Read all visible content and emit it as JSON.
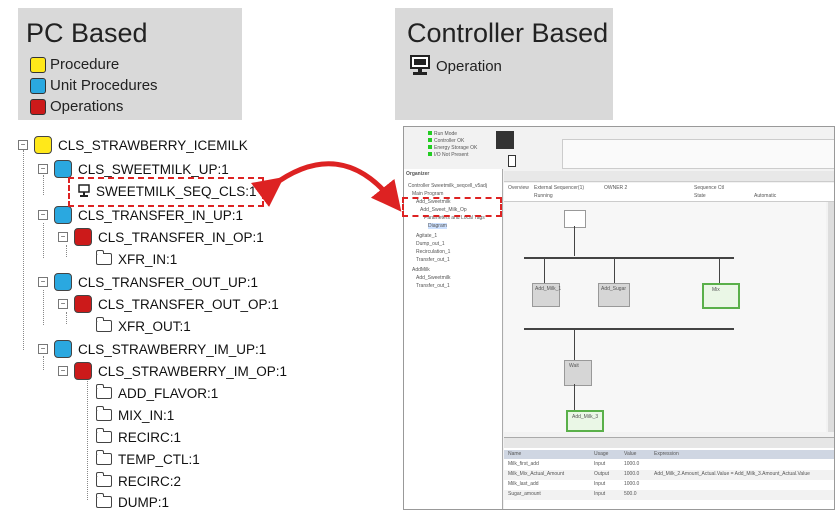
{
  "legend": {
    "title": "PC Based",
    "items": [
      {
        "label": "Procedure",
        "color": "#ffe81a"
      },
      {
        "label": "Unit Procedures",
        "color": "#2aa8e0"
      },
      {
        "label": "Operations",
        "color": "#cc1a1a"
      }
    ]
  },
  "controller": {
    "title": "Controller Based",
    "item_label": "Operation"
  },
  "tree": {
    "root": "CLS_STRAWBERRY_ICEMILK",
    "up1": "CLS_SWEETMILK_UP:1",
    "seq": "SWEETMILK_SEQ_CLS:1",
    "up2": "CLS_TRANSFER_IN_UP:1",
    "op2": "CLS_TRANSFER_IN_OP:1",
    "ph2": "XFR_IN:1",
    "up3": "CLS_TRANSFER_OUT_UP:1",
    "op3": "CLS_TRANSFER_OUT_OP:1",
    "ph3": "XFR_OUT:1",
    "up4": "CLS_STRAWBERRY_IM_UP:1",
    "op4": "CLS_STRAWBERRY_IM_OP:1",
    "phases": [
      "ADD_FLAVOR:1",
      "MIX_IN:1",
      "RECIRC:1",
      "TEMP_CTL:1",
      "RECIRC:2",
      "DUMP:1"
    ]
  },
  "screenshot": {
    "status": [
      "Run Mode",
      "Controller OK",
      "Energy Storage OK",
      "I/O Not Present"
    ],
    "header": [
      "Overview",
      "External Sequencer(1)",
      "OWNER 2",
      "Sequence Ctl",
      "State",
      "Running",
      "Automatic"
    ],
    "tree_items": [
      "Controller Sweetmilk_seqcell_v5adj",
      "Main Program",
      "Add_Sweetmilk",
      "Add_Sweet_Milk_Op",
      "Parameters and Local Tags",
      "Diagram",
      "Agitate_1",
      "Dump_out_1",
      "Recirculation_1",
      "Transfer_out_1",
      "AddMilk",
      "Add_Sweetmilk",
      "Transfer_out_1"
    ],
    "steps": [
      "Add_Milk_1",
      "Add_Sugar",
      "Mix",
      "Wait",
      "Add_Milk_3"
    ],
    "bottom_headers": [
      "Name",
      "Usage",
      "Value",
      "Expression"
    ],
    "bottom_rows": [
      [
        "Milk_first_add",
        "Input",
        "1000.0",
        ""
      ],
      [
        "Milk_Mix_Actual_Amount",
        "Output",
        "1000.0",
        "Add_Milk_2.Amount_Actual.Value = Add_Milk_3.Amount_Actual.Value"
      ],
      [
        "Milk_last_add",
        "Input",
        "1000.0",
        ""
      ],
      [
        "Sugar_amount",
        "Input",
        "500.0",
        ""
      ]
    ]
  }
}
